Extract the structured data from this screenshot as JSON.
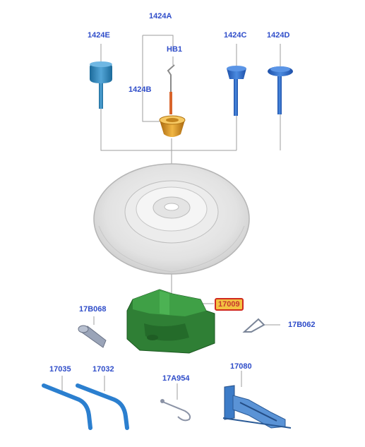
{
  "parts": [
    {
      "id": "part-1424E",
      "label": "1424E"
    },
    {
      "id": "part-1424A",
      "label": "1424A"
    },
    {
      "id": "part-HB1",
      "label": "HB1"
    },
    {
      "id": "part-1424B",
      "label": "1424B"
    },
    {
      "id": "part-1424C",
      "label": "1424C"
    },
    {
      "id": "part-1424D",
      "label": "1424D"
    },
    {
      "id": "part-17009",
      "label": "17009",
      "highlighted": true
    },
    {
      "id": "part-17B068",
      "label": "17B068"
    },
    {
      "id": "part-17B062",
      "label": "17B062"
    },
    {
      "id": "part-17035",
      "label": "17035"
    },
    {
      "id": "part-17032",
      "label": "17032"
    },
    {
      "id": "part-17A954",
      "label": "17A954"
    },
    {
      "id": "part-17080",
      "label": "17080"
    }
  ],
  "colors": {
    "callout_text": "#2f4dc9",
    "highlight_fill": "#f3c241",
    "highlight_border": "#d02a1f",
    "highlight_text": "#c5392e",
    "tray_green": "#2e7d32",
    "cap_orange": "#d99a1e",
    "tool_blue": "#2d6fc9",
    "leader_line": "#9e9e9e"
  }
}
